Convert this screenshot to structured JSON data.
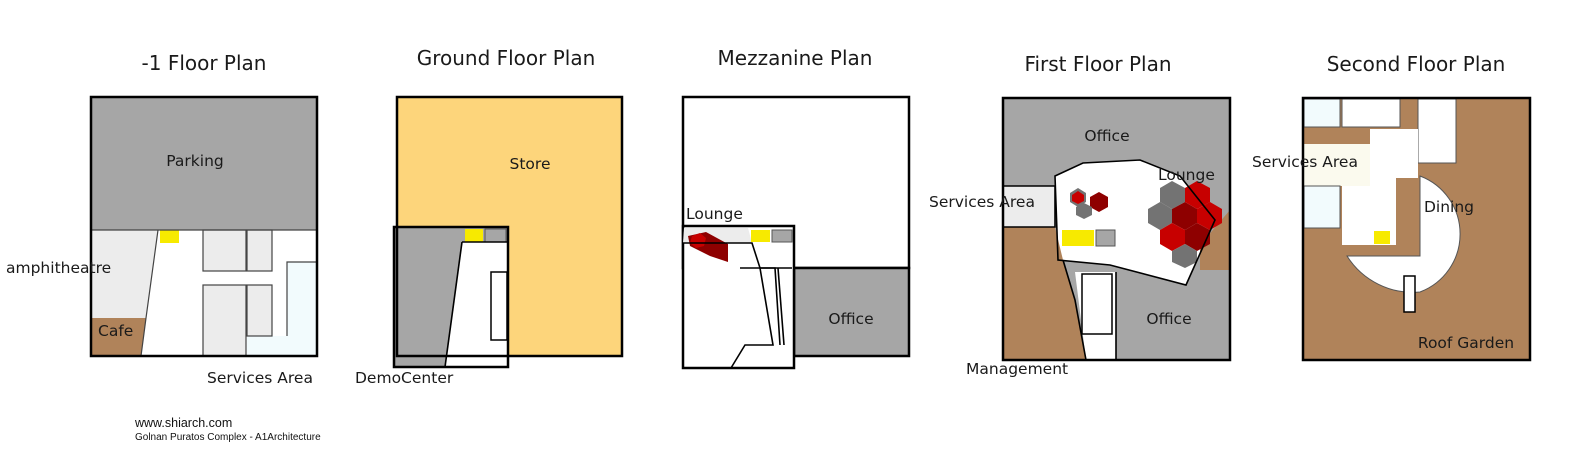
{
  "colors": {
    "gray": "#a6a6a6",
    "light_gray": "#ececec",
    "orange": "#fdd57b",
    "brown": "#b0835a",
    "pale_blue": "#f2fbfd",
    "pale_yellow": "#fbfaee",
    "yellow": "#f7ea00",
    "red": "#c70000",
    "dark_red": "#8e0000",
    "hex_gray": "#737373",
    "outline": "#000000"
  },
  "plans": [
    {
      "title": "-1 Floor Plan",
      "labels": [
        "Parking",
        "amphitheatre",
        "Cafe",
        "Services Area"
      ]
    },
    {
      "title": "Ground Floor Plan",
      "labels": [
        "Store",
        "DemoCenter"
      ]
    },
    {
      "title": "Mezzanine Plan",
      "labels": [
        "Lounge",
        "Office"
      ]
    },
    {
      "title": "First Floor Plan",
      "labels": [
        "Office",
        "Lounge",
        "Services Area",
        "Office",
        "Management"
      ]
    },
    {
      "title": "Second Floor Plan",
      "labels": [
        "Services Area",
        "Dining",
        "Roof Garden"
      ]
    }
  ],
  "credits": {
    "website": "www.shiarch.com",
    "project": "Golnan Puratos Complex - A1Architecture"
  }
}
